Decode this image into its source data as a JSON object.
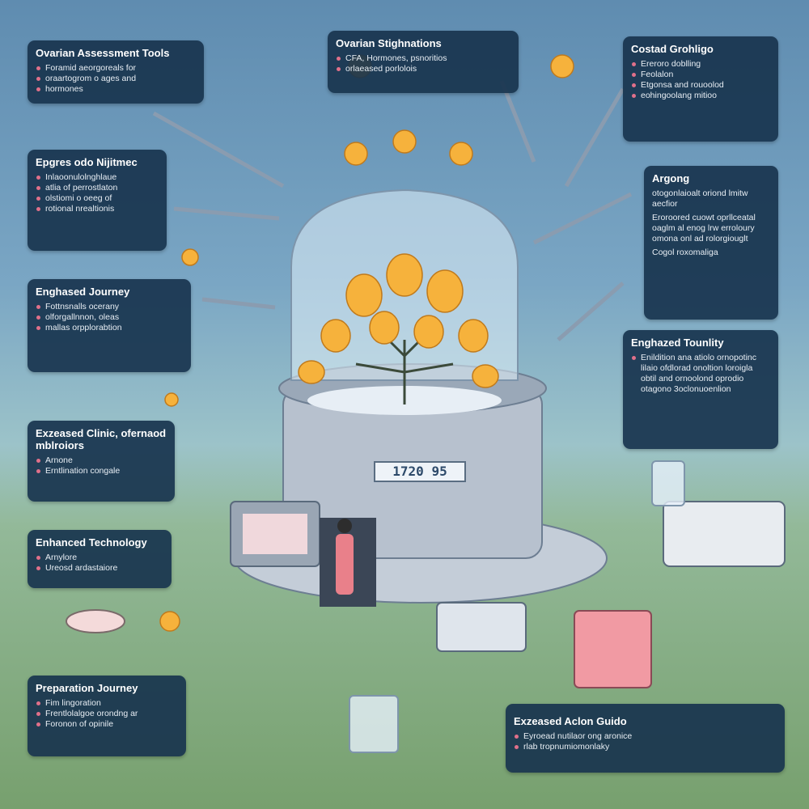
{
  "panels": [
    {
      "title": "Ovarian Assessment Tools",
      "items": [
        "Foramid aeorgoreals for",
        "oraartogrom o ages and",
        "hormones"
      ]
    },
    {
      "title": "Epgres odo Nijitmec",
      "items": [
        "Inlaoonulolnghlaue",
        "atlia of perrostlaton",
        "olstiomi o oeeg of",
        "rotional nrealtionis"
      ]
    },
    {
      "title": "Enghased Journey",
      "items": [
        "Fottnsnalls ocerany",
        "olforgallnnon, oleas",
        "mallas orpplorabtion"
      ]
    },
    {
      "title": "Exzeased Clinic, ofernaod mblroiors",
      "items": [
        "Arnone",
        "Erntlination congale"
      ]
    },
    {
      "title": "Enhanced Technology",
      "items": [
        "Arnylore",
        "Ureosd ardastaiore"
      ]
    },
    {
      "title": "Preparation Journey",
      "items": [
        "Fim lingoration",
        "Frentlolalgoe orondng ar",
        "Foronon of opinile"
      ]
    },
    {
      "title": "Ovarian Stighnations",
      "items": [
        "CFA, Hormones, psnoritios",
        "orlaeased porlolois"
      ]
    },
    {
      "title": "Costad Grohligo",
      "items": [
        "Ereroro doblling",
        "Feolalon",
        "Etgonsa and rouoolod",
        "eohingoolang mitioo"
      ]
    },
    {
      "title": "Argong",
      "paragraphs": [
        "otogonlaioalt oriond lmitw aecfior",
        "Eroroored cuowt oprllceatal oaglm al enog lrw erroloury omona onl ad rolorgiouglt",
        "Cogol roxomaliga"
      ]
    },
    {
      "title": "Enghazed Tounlity",
      "items": [
        "Enildition ana atiolo ornopotinc lilaio ofdlorad onoltion loroigla obtil and ornoolond oprodio otagono 3oclonuoenlion"
      ]
    },
    {
      "title": "Exzeased Aclon Guido",
      "items": [
        "Eyroead nutilaor ong aronice",
        "rlab tropnumiomonlaky"
      ]
    }
  ],
  "machine_display": "1720 95",
  "colors": {
    "panel": "#18344e",
    "egg": "#f5a623",
    "machine": "#b9c3d0"
  }
}
